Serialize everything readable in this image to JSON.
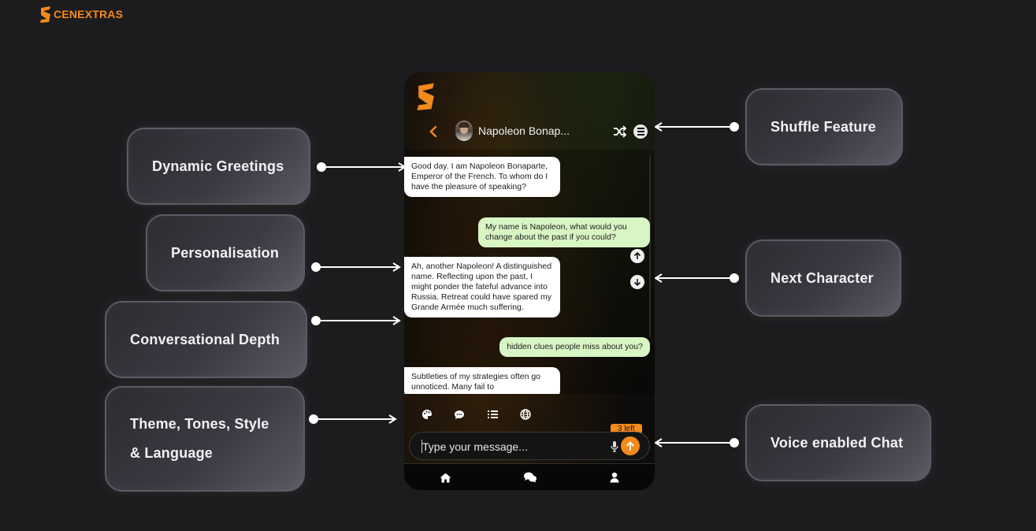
{
  "brand": {
    "name": "CENEXTRAS",
    "accent": "#f28a1c"
  },
  "callouts": {
    "dynamic_greetings": "Dynamic Greetings",
    "personalisation": "Personalisation",
    "conversational_depth": "Conversational Depth",
    "theme_line1": "Theme, Tones, Style",
    "theme_line2": "& Language",
    "shuffle_feature": "Shuffle Feature",
    "next_character": "Next Character",
    "voice_chat": "Voice enabled Chat"
  },
  "chat": {
    "character_name": "Napoleon Bonap...",
    "messages": [
      {
        "role": "bot",
        "text": "Good day. I am Napoleon Bonaparte, Emperor of the French. To whom do I have the pleasure of speaking?"
      },
      {
        "role": "user",
        "text": "My name is Napoleon, what would you change about the past if you could?"
      },
      {
        "role": "bot",
        "text": "Ah, another Napoleon! A distinguished name. Reflecting upon the past, I might ponder the fateful advance into Russia. Retreat could have spared my Grande Armée much suffering."
      },
      {
        "role": "user",
        "text": "hidden clues people miss about you?"
      },
      {
        "role": "bot",
        "text": "Subtleties of my strategies often go unnoticed. Many fail to"
      }
    ],
    "input_placeholder": "Type your message...",
    "remaining_badge": "3 left"
  },
  "icons": {
    "header": [
      "back-icon",
      "shuffle-icon",
      "menu-icon"
    ],
    "nav_arrows": [
      "arrow-up-icon",
      "arrow-down-icon"
    ],
    "toolbar": [
      "palette-icon",
      "chat-bubble-icon",
      "list-icon",
      "globe-icon"
    ],
    "composer": [
      "microphone-icon",
      "send-arrow-icon"
    ],
    "bottom_nav": [
      "home-icon",
      "chats-icon",
      "profile-icon"
    ]
  }
}
